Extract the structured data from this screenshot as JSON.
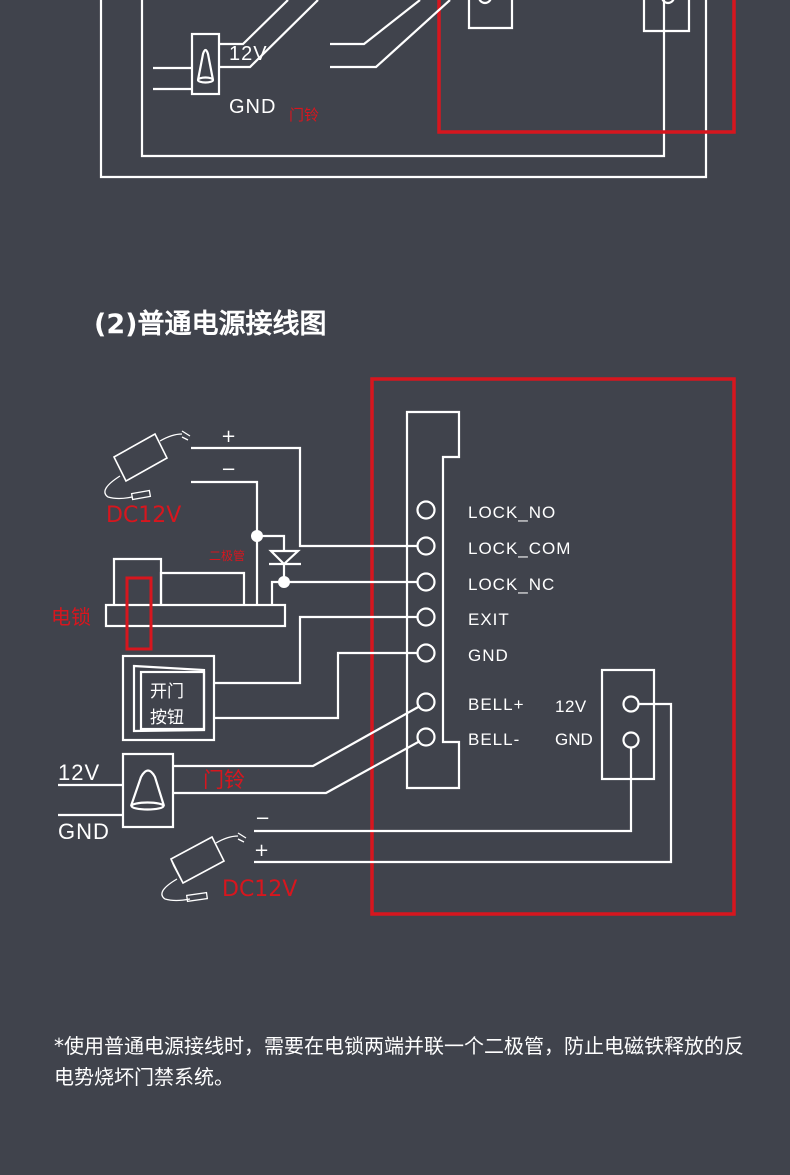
{
  "section_title": "(2)普通电源接线图",
  "colors": {
    "background": "#40434c",
    "wire": "#ffffff",
    "highlight": "#d7161e"
  },
  "top_diagram": {
    "bell_12v_label": "12V",
    "bell_gnd_label": "GND",
    "bell_name": "门铃"
  },
  "main_diagram": {
    "controller_terminals": [
      {
        "label": "LOCK_NO"
      },
      {
        "label": "LOCK_COM"
      },
      {
        "label": "LOCK_NC"
      },
      {
        "label": "EXIT"
      },
      {
        "label": "GND"
      },
      {
        "label": "BELL+"
      },
      {
        "label": "BELL-"
      }
    ],
    "power_terminals": [
      {
        "label": "12V"
      },
      {
        "label": "GND"
      }
    ],
    "adapter_top": {
      "name": "DC12V",
      "plus": "+",
      "minus": "−"
    },
    "adapter_bottom": {
      "name": "DC12V",
      "plus": "+",
      "minus": "−"
    },
    "diode_label": "二极管",
    "lock_label": "电锁",
    "exit_button_line1": "开门",
    "exit_button_line2": "按钮",
    "bell_12v_label": "12V",
    "bell_gnd_label": "GND",
    "bell_name": "门铃"
  },
  "footnote": "*使用普通电源接线时，需要在电锁两端并联一个二极管，防止电磁铁释放的反电势烧坏门禁系统。"
}
